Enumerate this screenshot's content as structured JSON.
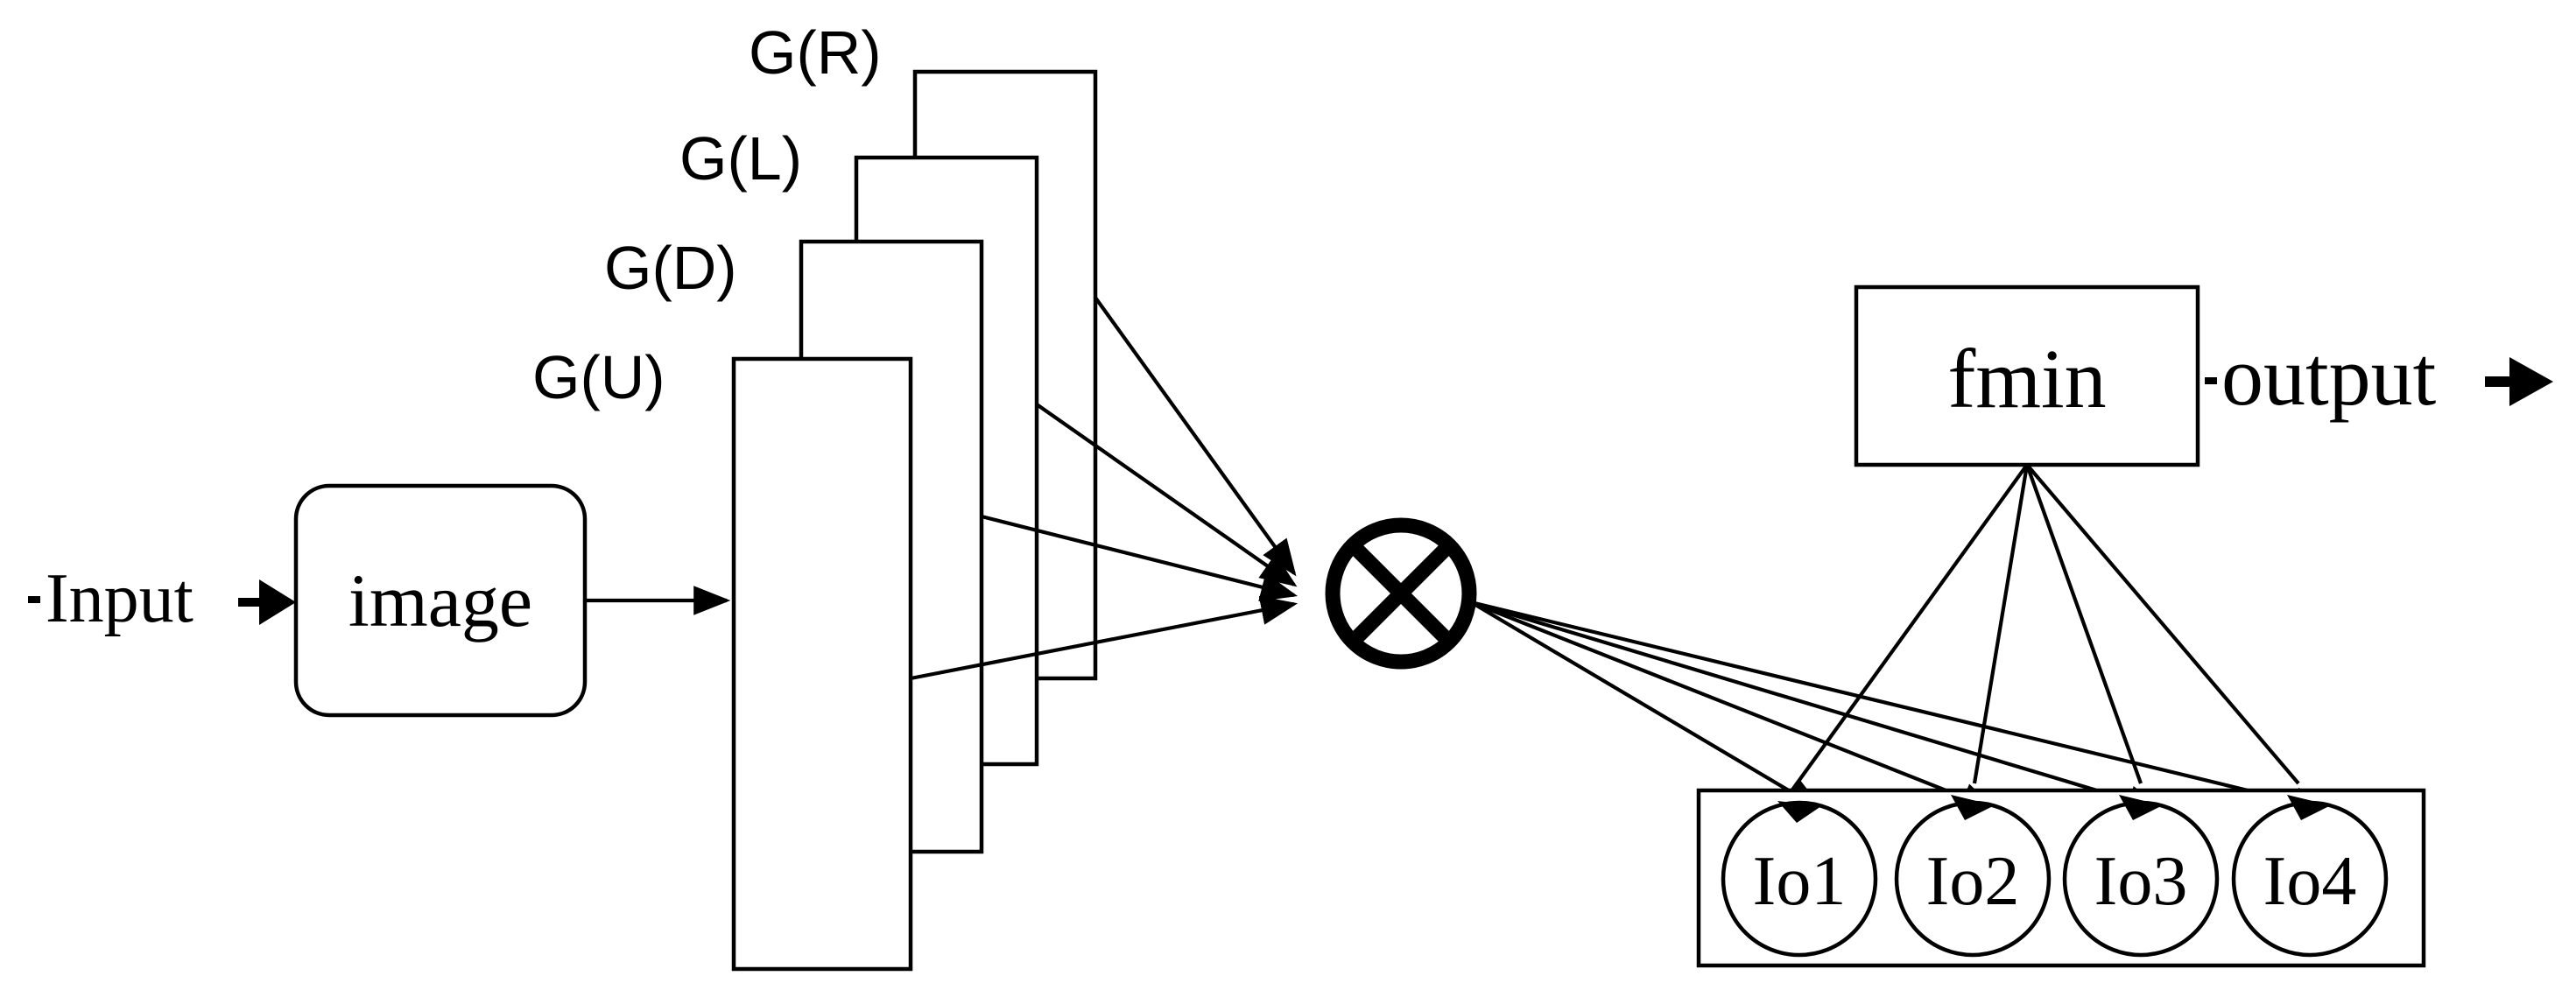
{
  "input_label": "Input",
  "image_label": "image",
  "filters": {
    "u": "G(U)",
    "d": "G(D)",
    "l": "G(L)",
    "r": "G(R)"
  },
  "operator_symbol": "⊗",
  "fmin_label": "fmin",
  "output_label": "output",
  "io": [
    "Io1",
    "Io2",
    "Io3",
    "Io4"
  ]
}
